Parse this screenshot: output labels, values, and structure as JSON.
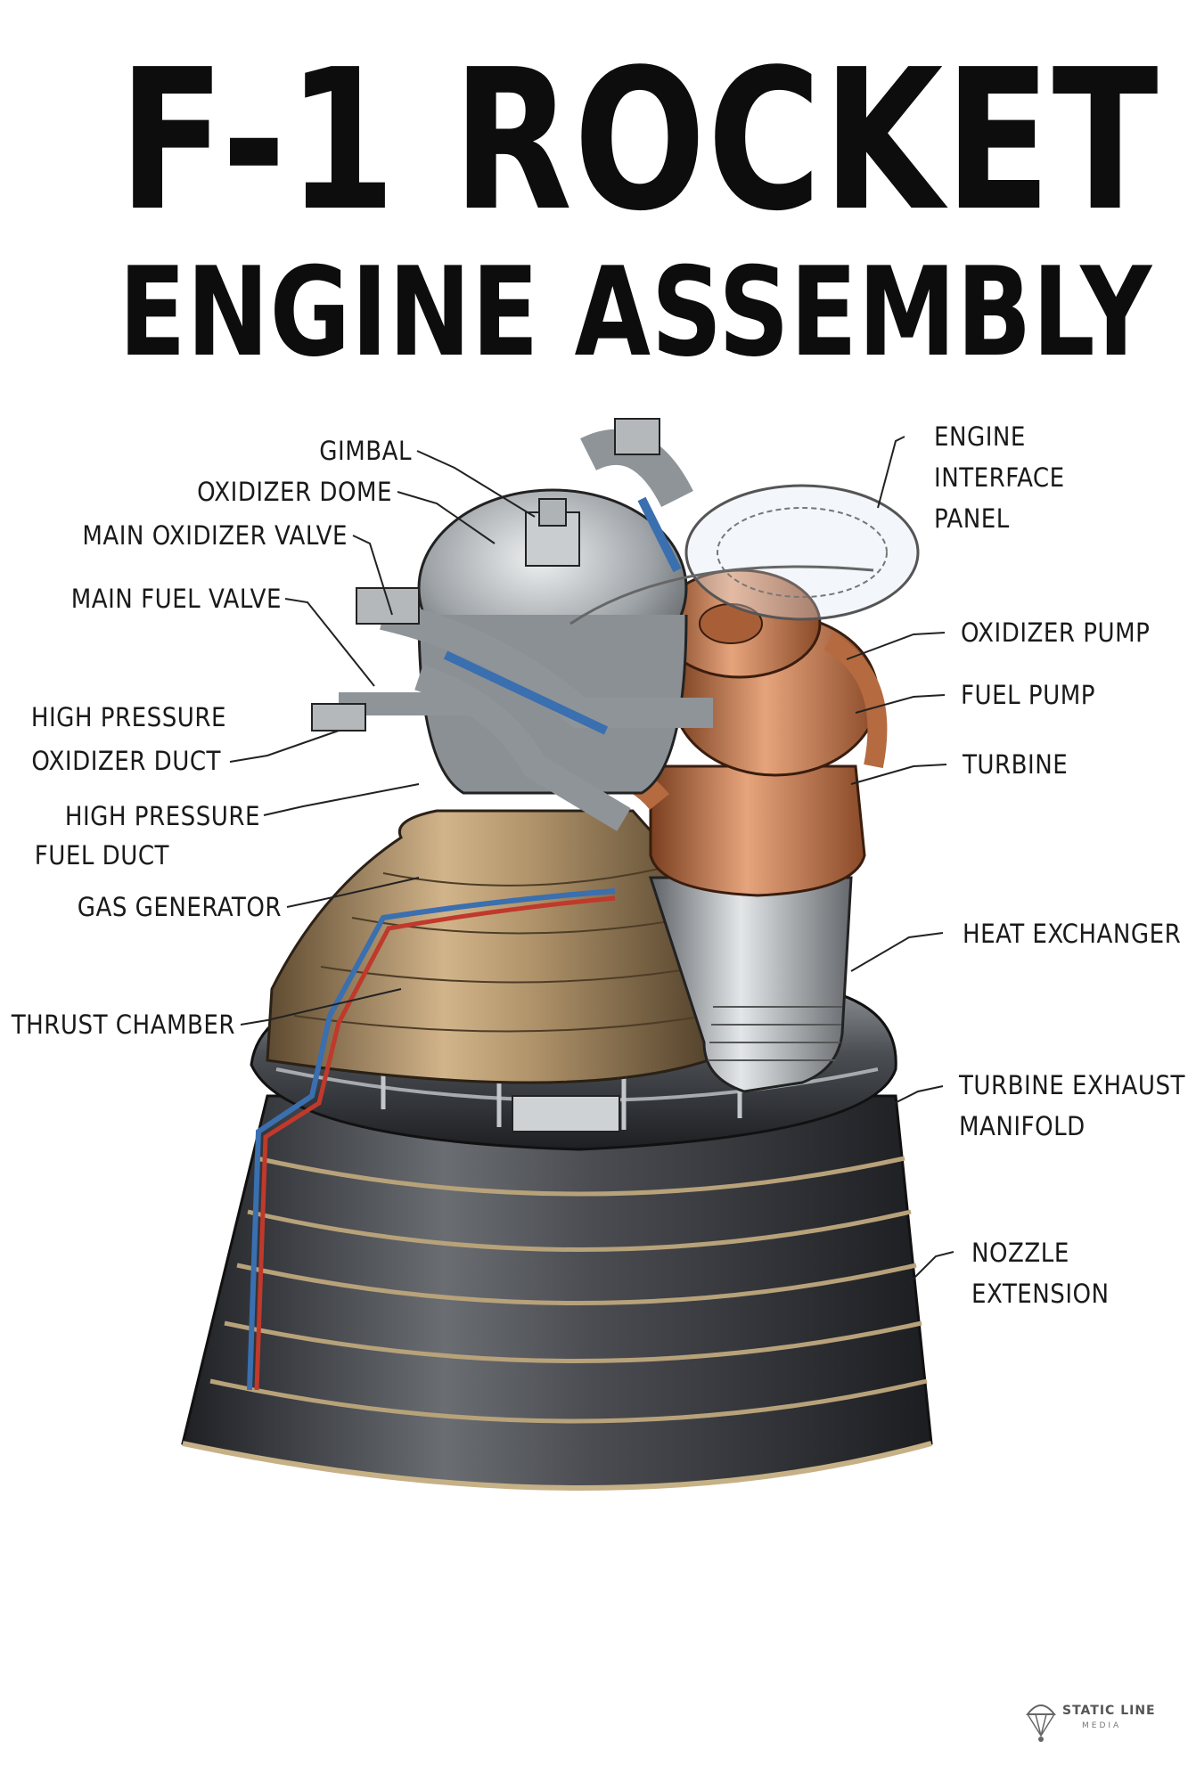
{
  "title": {
    "line1": "F-1 ROCKET",
    "line2": "ENGINE ASSEMBLY"
  },
  "labels": {
    "gimbal": [
      "GIMBAL"
    ],
    "oxidizer_dome": [
      "OXIDIZER DOME"
    ],
    "main_oxidizer_valve": [
      "MAIN OXIDIZER VALVE"
    ],
    "main_fuel_valve": [
      "MAIN FUEL VALVE"
    ],
    "hp_oxidizer_duct": [
      "HIGH PRESSURE",
      "OXIDIZER DUCT"
    ],
    "hp_fuel_duct": [
      "HIGH PRESSURE",
      "FUEL DUCT"
    ],
    "gas_generator": [
      "GAS GENERATOR"
    ],
    "thrust_chamber": [
      "THRUST CHAMBER"
    ],
    "engine_interface_panel": [
      "ENGINE",
      "INTERFACE",
      "PANEL"
    ],
    "oxidizer_pump": [
      "OXIDIZER PUMP"
    ],
    "fuel_pump": [
      "FUEL PUMP"
    ],
    "turbine": [
      "TURBINE"
    ],
    "heat_exchanger": [
      "HEAT EXCHANGER"
    ],
    "turbine_exhaust_manifold": [
      "TURBINE EXHAUST",
      "MANIFOLD"
    ],
    "nozzle_extension": [
      "NOZZLE",
      "EXTENSION"
    ]
  },
  "brand": {
    "name": "STATIC LINE",
    "sub": "MEDIA",
    "icon": "parachute-icon"
  },
  "colors": {
    "copper": "#c47a4f",
    "bronze": "#a98a5f",
    "steel": "#a7acb0",
    "nozzle_dark": "#3d3f44",
    "fuel_line_blue": "#3a6fb0",
    "fuel_line_red": "#c0392b"
  }
}
